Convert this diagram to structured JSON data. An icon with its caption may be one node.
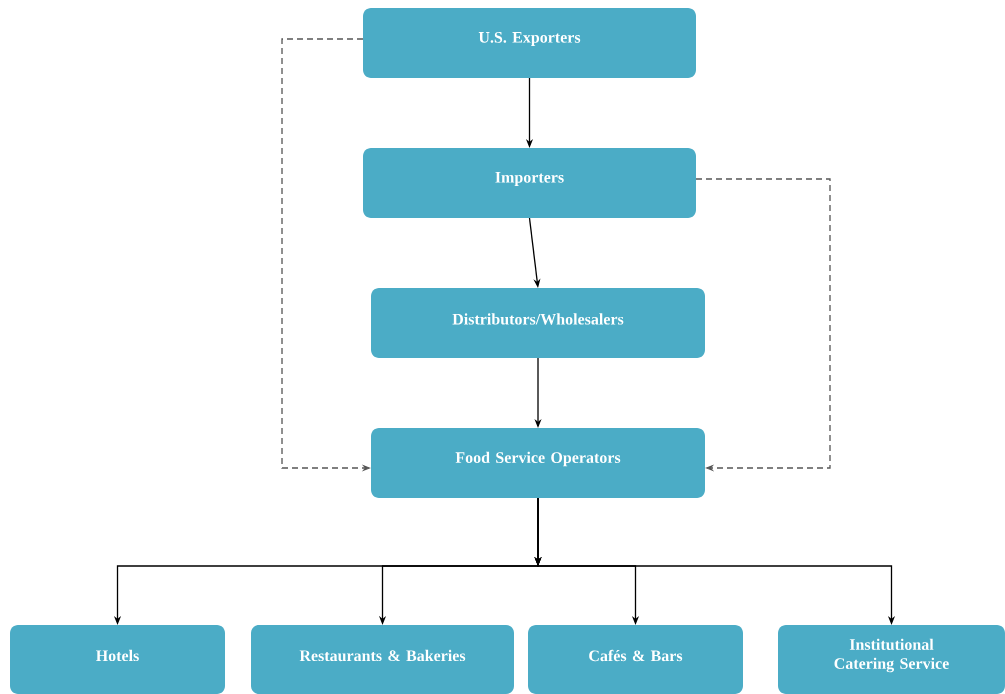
{
  "diagram": {
    "nodes": [
      {
        "text": [
          "U.S. Exporters"
        ]
      },
      {
        "text": [
          "Importers"
        ]
      },
      {
        "text": [
          "Distributors/Wholesalers"
        ]
      },
      {
        "text": [
          "Food Service Operators"
        ]
      },
      {
        "text": [
          "Hotels"
        ]
      },
      {
        "text": [
          "Restaurants & Bakeries"
        ]
      },
      {
        "text": [
          "Cafés & Bars"
        ]
      },
      {
        "text": [
          "Institutional Catering Service"
        ]
      }
    ],
    "edges": [
      {
        "from": 0,
        "to": 1,
        "arrow": "to"
      },
      {
        "from": 1,
        "to": 2,
        "arrow": "to"
      },
      {
        "from": 2,
        "to": 3,
        "arrow": "to"
      },
      {
        "from": 3,
        "to": 4,
        "arrow": "to"
      },
      {
        "from": 3,
        "to": 5,
        "arrow": "to"
      },
      {
        "from": 3,
        "to": 6,
        "arrow": "to"
      },
      {
        "from": 3,
        "to": 7,
        "arrow": "to"
      },
      {
        "from": 0,
        "to": 3,
        "arrow": "to",
        "style": "dashed",
        "color": "#555555"
      },
      {
        "from": 1,
        "to": 3,
        "arrow": "to",
        "style": "dashed",
        "color": "#555555"
      }
    ]
  }
}
